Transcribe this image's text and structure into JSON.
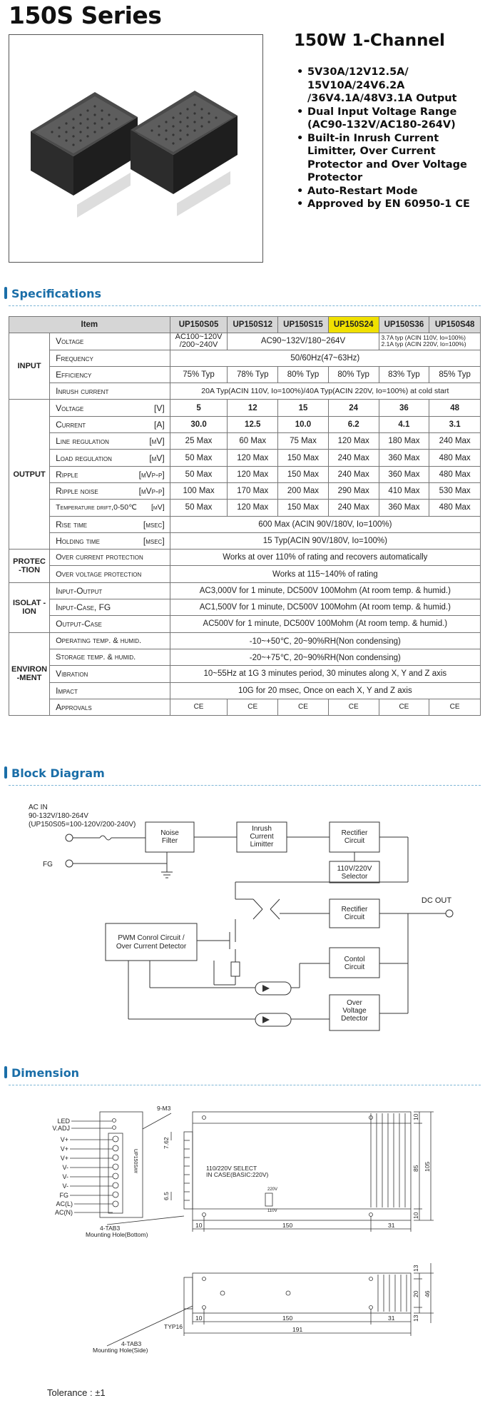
{
  "page": {
    "title": "150S Series",
    "subtitle": "150W 1-Channel",
    "features": [
      "5V30A/12V12.5A/ 15V10A/24V6.2A /36V4.1A/48V3.1A Output",
      "Dual Input Voltage Range (AC90-132V/AC180-264V)",
      "Built-in Inrush Current Limitter, Over Current Protector and Over Voltage Protector",
      "Auto-Restart Mode",
      "Approved by EN 60950-1 CE"
    ]
  },
  "sections": {
    "specifications": "Specifications",
    "block_diagram": "Block Diagram",
    "dimension": "Dimension"
  },
  "spec": {
    "item_header": "Item",
    "models": [
      "UP150S05",
      "UP150S12",
      "UP150S15",
      "UP150S24",
      "UP150S36",
      "UP150S48"
    ],
    "groups": {
      "input": "INPUT",
      "output": "OUTPUT",
      "protection": "PROTEC -TION",
      "isolation": "ISOLAT - ION",
      "environment": "ENVIRON -MENT"
    },
    "rows": {
      "voltage_in": {
        "label": "Voltage",
        "v05": "AC100~120V /200~240V",
        "vrest": "AC90~132V/180~264V",
        "note1": "3.7A typ (ACIN 110V, Io=100%)",
        "note2": "2.1A typ (ACIN 220V, Io=100%)"
      },
      "frequency": {
        "label": "Frequency",
        "value": "50/60Hz(47~63Hz)"
      },
      "efficiency": {
        "label": "Efficiency",
        "values": [
          "75% Typ",
          "78% Typ",
          "80% Typ",
          "80% Typ",
          "83% Typ",
          "85% Typ"
        ]
      },
      "inrush": {
        "label": "Inrush current",
        "value": "20A Typ(ACIN 110V, Io=100%)/40A Typ(ACIN 220V, Io=100%) at cold start"
      },
      "voltage_out": {
        "label": "Voltage",
        "unit": "[V]",
        "values": [
          "5",
          "12",
          "15",
          "24",
          "36",
          "48"
        ]
      },
      "current": {
        "label": "Current",
        "unit": "[A]",
        "values": [
          "30.0",
          "12.5",
          "10.0",
          "6.2",
          "4.1",
          "3.1"
        ]
      },
      "line_reg": {
        "label": "Line regulation",
        "unit": "[mV]",
        "values": [
          "25 Max",
          "60 Max",
          "75 Max",
          "120 Max",
          "180 Max",
          "240 Max"
        ]
      },
      "load_reg": {
        "label": "Load regulation",
        "unit": "[mV]",
        "values": [
          "50 Max",
          "120 Max",
          "150 Max",
          "240 Max",
          "360 Max",
          "480 Max"
        ]
      },
      "ripple": {
        "label": "Ripple",
        "unit": "[mVp-p]",
        "values": [
          "50 Max",
          "120 Max",
          "150 Max",
          "240 Max",
          "360 Max",
          "480 Max"
        ]
      },
      "ripple_noise": {
        "label": "Ripple noise",
        "unit": "[mVp-p]",
        "values": [
          "100 Max",
          "170 Max",
          "200 Max",
          "290 Max",
          "410 Max",
          "530 Max"
        ]
      },
      "temp_drift": {
        "label": "Temperature drift,0-50℃",
        "unit": "[mV]",
        "values": [
          "50 Max",
          "120 Max",
          "150 Max",
          "240 Max",
          "360 Max",
          "480 Max"
        ]
      },
      "rise_time": {
        "label": "Rise time",
        "unit": "[msec]",
        "value": "600 Max (ACIN 90V/180V, Io=100%)"
      },
      "holding_time": {
        "label": "Holding time",
        "unit": "[msec]",
        "value": "15 Typ(ACIN 90V/180V, Io=100%)"
      },
      "ocp": {
        "label": "Over current protection",
        "value": "Works at over 110% of rating and recovers automatically"
      },
      "ovp": {
        "label": "Over voltage protection",
        "value": "Works at 115~140% of rating"
      },
      "iso_io": {
        "label": "Input-Output",
        "value": "AC3,000V  for 1 minute, DC500V 100Mohm (At room temp. & humid.)"
      },
      "iso_ic": {
        "label": "Input-Case, FG",
        "value": "AC1,500V  for 1 minute, DC500V 100Mohm (At room temp. & humid.)"
      },
      "iso_oc": {
        "label": "Output-Case",
        "value": "AC500V  for 1 minute, DC500V 100Mohm (At room temp. & humid.)"
      },
      "op_temp": {
        "label": "Operating temp. & humid.",
        "value": "-10~+50℃, 20~90%RH(Non condensing)"
      },
      "st_temp": {
        "label": "Storage temp. & humid.",
        "value": "-20~+75℃, 20~90%RH(Non condensing)"
      },
      "vibration": {
        "label": "Vibration",
        "value": "10~55Hz at 1G 3 minutes period, 30 minutes along X, Y and Z axis"
      },
      "impact": {
        "label": "Impact",
        "value": "10G for 20 msec, Once on each X, Y and Z axis"
      },
      "approvals": {
        "label": "Approvals",
        "values": [
          "CE",
          "CE",
          "CE",
          "CE",
          "CE",
          "CE"
        ]
      }
    }
  },
  "block": {
    "ac_in": "AC IN",
    "ac_range": "90-132V/180-264V",
    "ac_note": "(UP150S05=100-120V/200-240V)",
    "fg": "FG",
    "noise_filter": [
      "Noise",
      "Filter"
    ],
    "inrush": [
      "Inrush",
      "Current",
      "Limitter"
    ],
    "rect1": [
      "Rectifier",
      "Circuit"
    ],
    "selector": [
      "110V/220V",
      "Selector"
    ],
    "rect2": [
      "Rectifier",
      "Circuit"
    ],
    "dc_out": "DC OUT",
    "pwm": [
      "PWM Conrol Circuit /",
      "Over Current Detector"
    ],
    "control": [
      "Contol",
      "Circuit"
    ],
    "ovd": [
      "Over",
      "Voltage",
      "Detector"
    ]
  },
  "dimension": {
    "terminals": [
      "LED",
      "V.ADJ",
      "V+",
      "V+",
      "V+",
      "V-",
      "V-",
      "V-",
      "FG",
      "AC(L)",
      "AC(N)"
    ],
    "screw": "9-M3",
    "select_note": [
      "110/220V SELECT",
      "IN CASE(BASIC:220V)"
    ],
    "sel_220": "220V",
    "sel_110": "110V",
    "model_vertical": "UP150S##",
    "tab_bottom": [
      "4-TAB3",
      "Mounting Hole(Bottom)"
    ],
    "tab_side": [
      "4-TAB3",
      "Mounting Hole(Side)"
    ],
    "dims_top": {
      "d762": "7.62",
      "d65": "6.5",
      "d10a": "10",
      "d150": "150",
      "d31": "31",
      "d10r1": "10",
      "d85": "85",
      "d105": "105",
      "d10r2": "10"
    },
    "dims_side": {
      "d10": "10",
      "d150": "150",
      "d31": "31",
      "d191": "191",
      "typ": "TYP16",
      "d13a": "13",
      "d20": "20",
      "d46": "46",
      "d13b": "13"
    },
    "tolerance": "Tolerance : ±1"
  }
}
